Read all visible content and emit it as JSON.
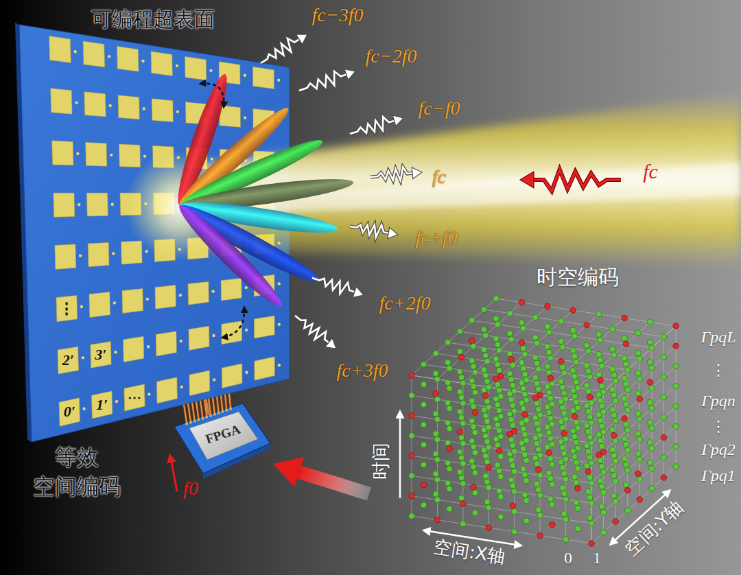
{
  "diagram": {
    "nodes": [
      {
        "text": [
          "可编程超表面"
        ]
      },
      {
        "text": [
          "FPGA"
        ]
      },
      {
        "text": [
          "时空编码"
        ]
      }
    ],
    "edges": [
      {
        "from": 2,
        "to": 1,
        "arrow": "to"
      },
      {
        "from": 1,
        "to": 0,
        "arrow": "none"
      }
    ],
    "labels": [
      "fc−3f0",
      "fc−2f0",
      "fc−f0",
      "fc",
      "fc+f0",
      "fc+2f0",
      "fc+3f0",
      "fc",
      "⋮",
      "2′",
      "3′",
      "0′",
      "1′",
      "⋯",
      "等效 空间编码",
      "f0",
      "时间",
      "空间:X轴",
      "空间:Y轴",
      "0",
      "1",
      "ΓpqL",
      "⋮",
      "Γpqn",
      "⋮",
      "Γpq2",
      "Γpq1"
    ]
  }
}
